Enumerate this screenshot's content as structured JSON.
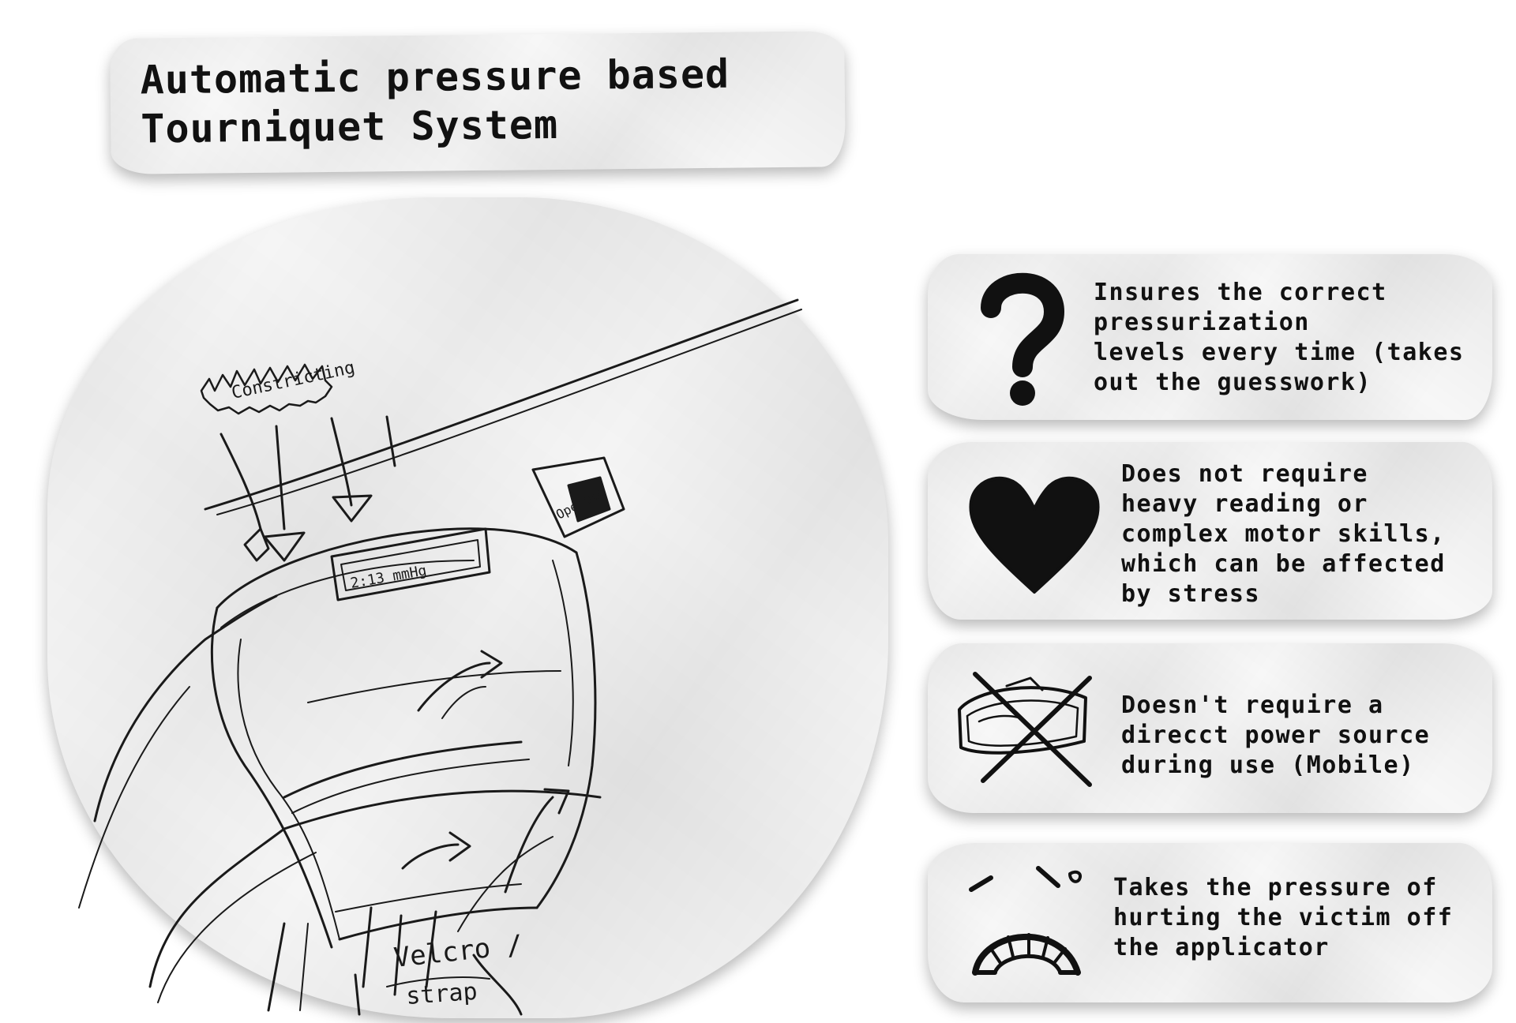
{
  "title": {
    "lines": [
      "Automatic pressure based",
      "Tourniquet System"
    ]
  },
  "sketch": {
    "labels": {
      "constricting": "Constricting",
      "display_value": "2:13 mmHg",
      "operate": "Operate",
      "velcro": "Velcro /",
      "strap": "strap"
    }
  },
  "features": [
    {
      "icon": "question-mark-icon",
      "lines": [
        "Insures the correct",
        "pressurization",
        "levels every time (takes",
        "out the guesswork)"
      ]
    },
    {
      "icon": "heart-icon",
      "lines": [
        "Does not require",
        "heavy reading or",
        "complex motor skills,",
        "which can be affected",
        "by stress"
      ]
    },
    {
      "icon": "crossed-out-battery-icon",
      "lines": [
        "Doesn't require a",
        "direcct power source",
        "during use (Mobile)"
      ]
    },
    {
      "icon": "sad-face-icon",
      "lines": [
        "Takes the pressure of",
        "hurting the victim off",
        "the applicator"
      ]
    }
  ],
  "colors": {
    "ink": "#111111",
    "paper": "#f7f7f7",
    "background": "#ffffff"
  }
}
